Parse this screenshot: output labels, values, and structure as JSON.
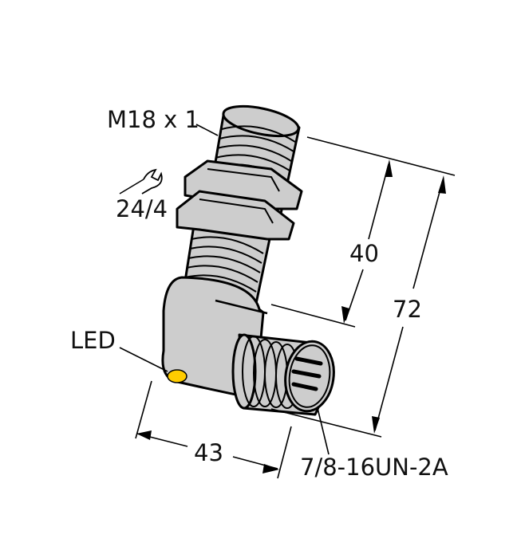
{
  "diagram": {
    "title": "Inductive proximity sensor, angled connector — dimension drawing",
    "colors": {
      "body": "#cdcdcd",
      "outline": "#000000",
      "led": "#ffcc00",
      "background": "#ffffff"
    },
    "labels": {
      "thread": "M18 x 1",
      "wrench_size": "24/4",
      "led": "LED",
      "connector_thread": "7/8-16UN-2A"
    },
    "dimensions": {
      "thread_length": "40",
      "total_length": "72",
      "connector_offset": "43"
    },
    "icons": {
      "wrench": "wrench-icon"
    }
  }
}
